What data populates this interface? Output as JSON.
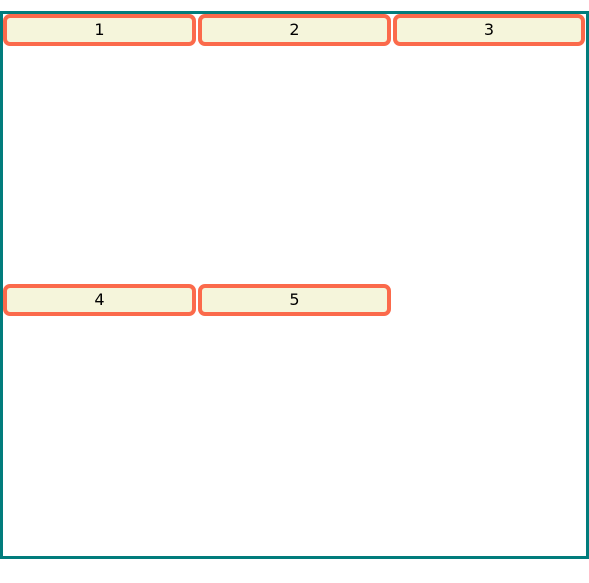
{
  "colors": {
    "container_border": "#017c7c",
    "item_border": "#fb6a4b",
    "item_background": "#f5f5db",
    "page_background": "#ffffff"
  },
  "grid": {
    "items": [
      {
        "label": "1"
      },
      {
        "label": "2"
      },
      {
        "label": "3"
      },
      {
        "label": "4"
      },
      {
        "label": "5"
      }
    ]
  }
}
